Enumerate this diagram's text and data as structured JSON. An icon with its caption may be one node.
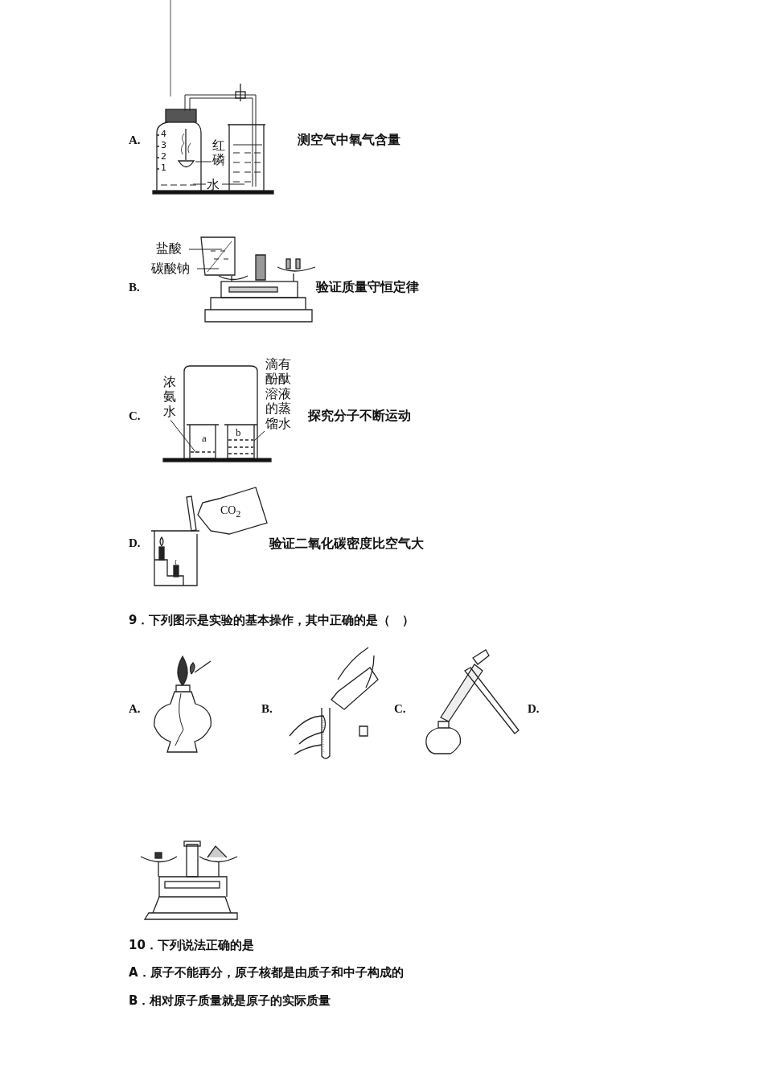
{
  "diagram": {
    "nodes": [
      {
        "text": [
          "红磷"
        ]
      },
      {
        "text": [
          "水"
        ]
      },
      {
        "text": [
          "盐酸"
        ]
      },
      {
        "text": [
          "碳酸钠"
        ]
      },
      {
        "text": [
          "浓氨水"
        ]
      },
      {
        "text": [
          "滴有酚酞溶液的蒸馏水"
        ]
      },
      {
        "text": [],
        "shape": "picture"
      }
    ],
    "edges": [
      {
        "from": 0,
        "to": 6,
        "arrow": "none"
      },
      {
        "from": 1,
        "to": null,
        "arrow": "none"
      },
      {
        "from": 1,
        "to": null,
        "arrow": "none"
      },
      {
        "from": 2,
        "to": null,
        "arrow": "none"
      },
      {
        "from": 3,
        "to": null,
        "arrow": "none"
      },
      {
        "from": 4,
        "to": null,
        "arrow": "none"
      },
      {
        "from": 5,
        "to": null,
        "arrow": "none"
      }
    ],
    "labels": [
      "A.",
      "4",
      "3",
      "2",
      "1",
      "测空气中氧气含量",
      "B.",
      "验证质量守恒定律",
      "C.",
      "a",
      "b",
      "探究分子不断运动",
      "CO$_{2}$",
      "D.",
      "验证二氧化碳密度比空气大",
      "9．下列图示是实验的基本操作，其中正确的是（　）",
      "A.",
      "B.",
      "C.",
      "D.",
      "10．下列说法正确的是",
      "A．原子不能再分，原子核都是由质子和中子构成的",
      "B．相对原子质量就是原子的实际质量"
    ]
  }
}
